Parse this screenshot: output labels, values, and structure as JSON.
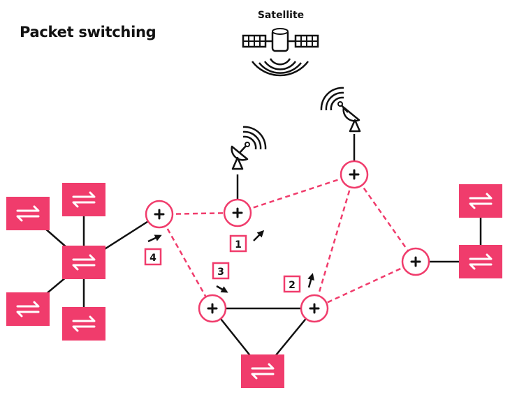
{
  "title": "Packet switching",
  "satellite_label": "Satellite",
  "colors": {
    "accent": "#F03C6C",
    "line": "#111111",
    "background": "#FFFFFF"
  },
  "icons": {
    "router": "plus-in-circle",
    "switch": "bidirectional-arrows",
    "dish": "satellite-dish",
    "satellite": "satellite"
  },
  "routers": [
    "r-left",
    "r-mid-top",
    "r-top-right",
    "r-bottom-left",
    "r-bottom-right",
    "r-right"
  ],
  "switches": [
    "sw-left-a",
    "sw-left-b",
    "sw-hub",
    "sw-left-c",
    "sw-left-d",
    "sw-bottom",
    "sw-right-top",
    "sw-right-bottom"
  ],
  "steps": [
    {
      "label": "1"
    },
    {
      "label": "2"
    },
    {
      "label": "3"
    },
    {
      "label": "4"
    }
  ]
}
